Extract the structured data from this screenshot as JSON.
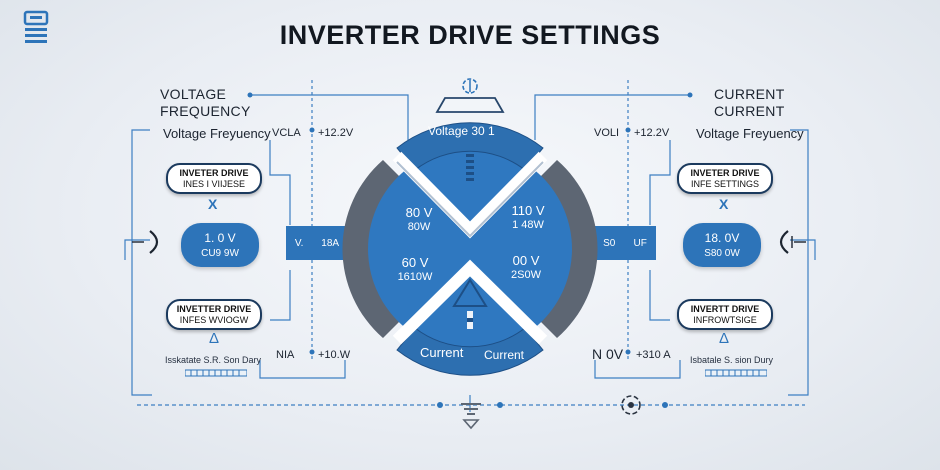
{
  "title": "INVERTER DRIVE SETTINGS",
  "left": {
    "heading_line1": "VOLTAGE",
    "heading_line2": "FREQUENCY",
    "subtitle": "Voltage Freyuency",
    "reading_top_label": "VCLA",
    "reading_top_value": "+12.2V",
    "box_top_line1": "INVETER DRIVE",
    "box_top_line2": "INES I VIIJESE",
    "symbol_top": "X",
    "blue_pill_line1": "1. 0 V",
    "blue_pill_line2": "CU9 9W",
    "box_bottom_line1": "INVETTER DRIVE",
    "box_bottom_line2": "INFES WVIOGW",
    "symbol_bottom": "Δ",
    "footer": "Isskatate S.R. Son Dary",
    "reading_bottom_label": "NIA",
    "reading_bottom_value": "+10.W",
    "side_tab_label": "V.",
    "side_tab_value": "18A"
  },
  "right": {
    "heading_line1": "CURRENT",
    "heading_line2": "CURRENT",
    "subtitle": "Voltage Freyuency",
    "reading_top_label": "VOLI",
    "reading_top_value": "+12.2V",
    "box_top_line1": "INVETER DRIVE",
    "box_top_line2": "INFE SETTINGS",
    "symbol_top": "X",
    "blue_pill_line1": "18. 0V",
    "blue_pill_line2": "S80 0W",
    "box_bottom_line1": "INVERTT DRIVE",
    "box_bottom_line2": "INFROWTSIGE",
    "symbol_bottom": "Δ",
    "footer": "Isbatale S. sion Dury",
    "reading_bottom_label": "N 0V",
    "reading_bottom_value": "+310 A",
    "side_tab_label": "S0",
    "side_tab_value": "UF"
  },
  "center": {
    "top_arc": "Voltage 30 1",
    "bottom_arc_left": "Current",
    "bottom_arc_right": "Current",
    "q_left_top_line1": "80 V",
    "q_left_top_line2": "80W",
    "q_right_top_line1": "110 V",
    "q_right_top_line2": "1 48W",
    "q_left_bottom_line1": "60 V",
    "q_left_bottom_line2": "1610W",
    "q_right_bottom_line1": "00 V",
    "q_right_bottom_line2": "2S0W"
  },
  "colors": {
    "blue": "#2d74b9",
    "dark_blue": "#1d4f86",
    "gray": "#5d6673",
    "line": "#3d7fc2"
  },
  "icons": {
    "top_left": "menu-lines-icon",
    "top_center": "pin-icon",
    "bottom_center": "ground-icon",
    "bottom_right": "gear-icon"
  }
}
